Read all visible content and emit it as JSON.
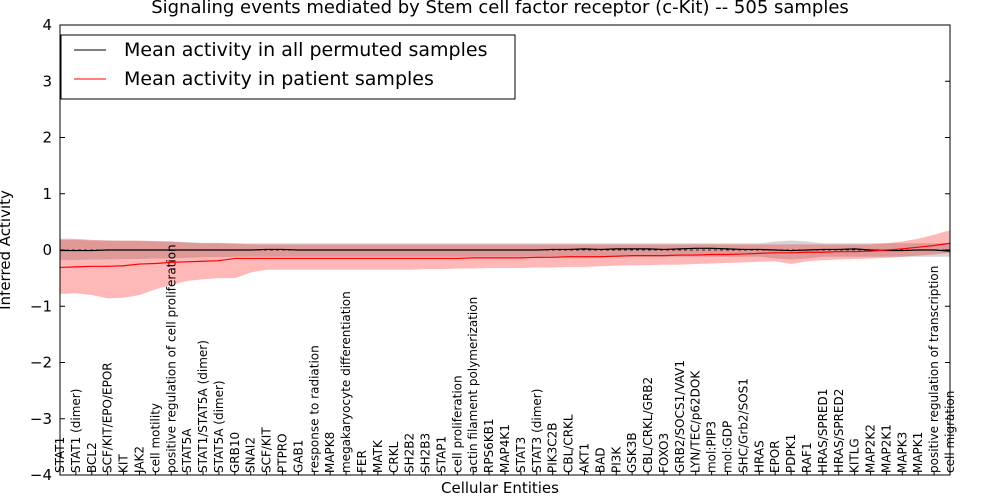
{
  "chart_data": {
    "type": "line",
    "title": "Signaling events mediated by Stem cell factor receptor (c-Kit) -- 505 samples",
    "xlabel": "Cellular Entities",
    "ylabel": "Inferred Activity",
    "ylim": [
      -4,
      4
    ],
    "yticks": [
      -4,
      -3,
      -2,
      -1,
      0,
      1,
      2,
      3,
      4
    ],
    "grid": false,
    "legend_position": "top-left",
    "categories": [
      "STAT1",
      "STAT1 (dimer)",
      "BCL2",
      "SCF/KIT/EPO/EPOR",
      "KIT",
      "JAK2",
      "cell motility",
      "positive regulation of cell proliferation",
      "STAT5A",
      "STAT1/STAT5A (dimer)",
      "STAT5A (dimer)",
      "GRB10",
      "SNAI2",
      "SCF/KIT",
      "PTPRO",
      "GAB1",
      "response to radiation",
      "MAPK8",
      "megakaryocyte differentiation",
      "FER",
      "MATK",
      "CRKL",
      "SH2B2",
      "SH2B3",
      "STAP1",
      "cell proliferation",
      "actin filament polymerization",
      "RPS6KB1",
      "MAP4K1",
      "STAT3",
      "STAT3 (dimer)",
      "PIK3C2B",
      "CBL/CRKL",
      "AKT1",
      "BAD",
      "PI3K",
      "GSK3B",
      "CBL/CRKL/GRB2",
      "FOXO3",
      "GRB2/SOCS1/VAV1",
      "LYN/TEC/p62DOK",
      "mol:PIP3",
      "mol:GDP",
      "SHC/Grb2/SOS1",
      "HRAS",
      "EPOR",
      "PDPK1",
      "RAF1",
      "HRAS/SPRED1",
      "HRAS/SPRED2",
      "KITLG",
      "MAP2K2",
      "MAP2K1",
      "MAPK3",
      "MAPK1",
      "positive regulation of transcription",
      "cell migration"
    ],
    "series": [
      {
        "name": "Mean activity in all permuted samples",
        "color": "#000000",
        "values": [
          -0.01,
          -0.01,
          -0.01,
          0,
          0,
          0,
          0,
          0,
          0,
          0,
          0,
          0,
          0,
          0.01,
          0.01,
          0,
          0,
          0,
          0,
          0,
          0,
          0,
          0,
          0,
          0,
          0,
          0,
          0,
          0,
          0,
          0,
          0.01,
          0.01,
          0.02,
          0.01,
          0.02,
          0.02,
          0.02,
          0.01,
          0.02,
          0.03,
          0.03,
          0.02,
          0.01,
          0.01,
          0,
          -0.01,
          0,
          0.01,
          0.01,
          0.02,
          0,
          -0.01,
          -0.01,
          0,
          0,
          -0.02
        ],
        "band_upper": [
          0.18,
          0.18,
          0.17,
          0.17,
          0.16,
          0.16,
          0.15,
          0.15,
          0.14,
          0.13,
          0.13,
          0.12,
          0.12,
          0.12,
          0.12,
          0.12,
          0.12,
          0.12,
          0.12,
          0.12,
          0.12,
          0.12,
          0.12,
          0.12,
          0.12,
          0.12,
          0.12,
          0.12,
          0.12,
          0.12,
          0.12,
          0.12,
          0.12,
          0.12,
          0.12,
          0.12,
          0.12,
          0.12,
          0.12,
          0.12,
          0.12,
          0.12,
          0.12,
          0.12,
          0.12,
          0.15,
          0.17,
          0.15,
          0.12,
          0.12,
          0.12,
          0.12,
          0.12,
          0.12,
          0.12,
          0.12,
          0.12
        ],
        "band_lower": [
          -0.18,
          -0.18,
          -0.17,
          -0.17,
          -0.16,
          -0.16,
          -0.15,
          -0.15,
          -0.14,
          -0.13,
          -0.13,
          -0.12,
          -0.12,
          -0.12,
          -0.12,
          -0.12,
          -0.12,
          -0.12,
          -0.12,
          -0.12,
          -0.12,
          -0.12,
          -0.12,
          -0.12,
          -0.12,
          -0.12,
          -0.12,
          -0.12,
          -0.12,
          -0.12,
          -0.12,
          -0.12,
          -0.12,
          -0.12,
          -0.12,
          -0.12,
          -0.12,
          -0.12,
          -0.12,
          -0.12,
          -0.12,
          -0.12,
          -0.12,
          -0.12,
          -0.12,
          -0.15,
          -0.17,
          -0.15,
          -0.12,
          -0.12,
          -0.12,
          -0.12,
          -0.12,
          -0.12,
          -0.12,
          -0.12,
          -0.12
        ]
      },
      {
        "name": "Mean activity in patient samples",
        "color": "#ff0000",
        "values": [
          -0.31,
          -0.3,
          -0.29,
          -0.29,
          -0.28,
          -0.25,
          -0.24,
          -0.22,
          -0.21,
          -0.2,
          -0.19,
          -0.15,
          -0.15,
          -0.15,
          -0.15,
          -0.15,
          -0.15,
          -0.15,
          -0.15,
          -0.15,
          -0.15,
          -0.15,
          -0.15,
          -0.15,
          -0.15,
          -0.15,
          -0.14,
          -0.14,
          -0.14,
          -0.14,
          -0.13,
          -0.13,
          -0.12,
          -0.12,
          -0.12,
          -0.11,
          -0.1,
          -0.1,
          -0.1,
          -0.09,
          -0.09,
          -0.08,
          -0.08,
          -0.07,
          -0.06,
          -0.05,
          -0.05,
          -0.04,
          -0.04,
          -0.03,
          -0.03,
          -0.02,
          0,
          0.02,
          0.05,
          0.08,
          0.12
        ],
        "band_upper": [
          0.2,
          0.2,
          0.18,
          0.17,
          0.17,
          0.17,
          0.16,
          0.15,
          0.13,
          0.12,
          0.12,
          0.11,
          0.1,
          0.1,
          0.1,
          0.1,
          0.1,
          0.1,
          0.1,
          0.1,
          0.1,
          0.1,
          0.1,
          0.1,
          0.1,
          0.1,
          0.1,
          0.1,
          0.1,
          0.1,
          0.1,
          0.1,
          0.1,
          0.1,
          0.1,
          0.1,
          0.1,
          0.1,
          0.1,
          0.1,
          0.1,
          0.1,
          0.1,
          0.1,
          0.1,
          0.1,
          0.1,
          0.1,
          0.1,
          0.1,
          0.1,
          0.1,
          0.12,
          0.15,
          0.2,
          0.27,
          0.35
        ],
        "band_lower": [
          -0.78,
          -0.77,
          -0.8,
          -0.86,
          -0.85,
          -0.8,
          -0.7,
          -0.62,
          -0.55,
          -0.52,
          -0.5,
          -0.5,
          -0.4,
          -0.35,
          -0.35,
          -0.35,
          -0.35,
          -0.35,
          -0.35,
          -0.35,
          -0.35,
          -0.35,
          -0.35,
          -0.34,
          -0.34,
          -0.33,
          -0.33,
          -0.32,
          -0.32,
          -0.32,
          -0.31,
          -0.31,
          -0.3,
          -0.3,
          -0.29,
          -0.28,
          -0.27,
          -0.27,
          -0.26,
          -0.26,
          -0.25,
          -0.24,
          -0.23,
          -0.22,
          -0.21,
          -0.2,
          -0.25,
          -0.2,
          -0.18,
          -0.17,
          -0.16,
          -0.15,
          -0.14,
          -0.12,
          -0.1,
          -0.08,
          -0.05
        ]
      }
    ]
  }
}
